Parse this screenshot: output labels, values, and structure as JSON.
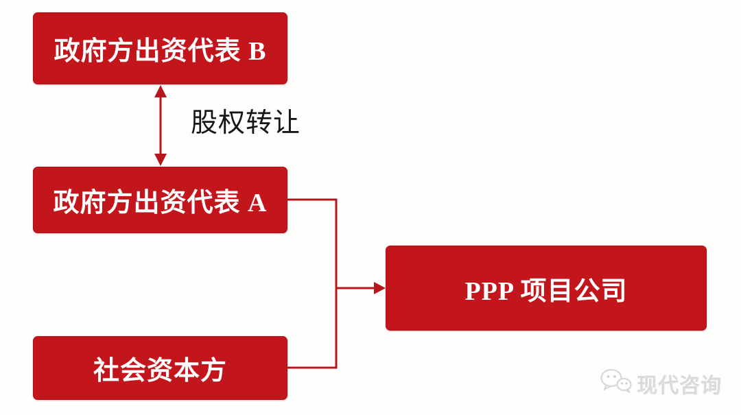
{
  "diagram": {
    "background": "#fefefd",
    "accent_red": "#c3161c",
    "line_red": "#b5151b",
    "boxes": [
      {
        "id": "gov-rep-b",
        "label": "政府方出资代表 B"
      },
      {
        "id": "gov-rep-a",
        "label": "政府方出资代表 A"
      },
      {
        "id": "social-capital",
        "label": "社会资本方"
      },
      {
        "id": "ppp-company",
        "label": "PPP 项目公司"
      }
    ],
    "edges": [
      {
        "from": "gov-rep-b",
        "to": "gov-rep-a",
        "type": "double-arrow",
        "label": "股权转让"
      },
      {
        "from": "gov-rep-a",
        "to": "ppp-company",
        "type": "arrow",
        "label": ""
      },
      {
        "from": "social-capital",
        "to": "ppp-company",
        "type": "arrow",
        "label": ""
      }
    ],
    "edge_label": "股权转让",
    "watermark": {
      "text": "现代咨询",
      "icon": "wechat-icon"
    }
  }
}
